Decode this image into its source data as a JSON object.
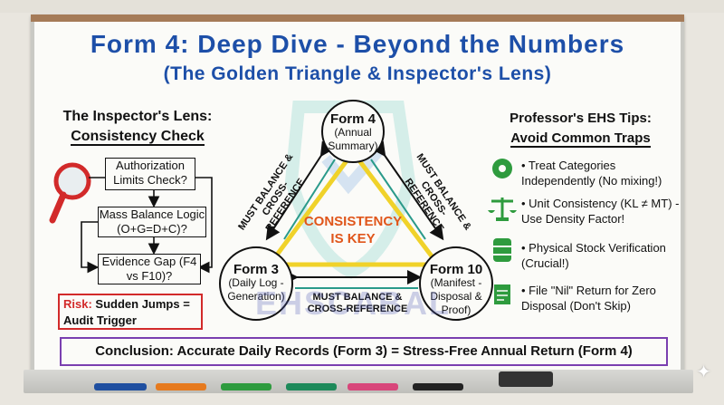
{
  "title": "Form 4: Deep Dive - Beyond the Numbers",
  "subtitle": "(The Golden Triangle & Inspector's Lens)",
  "inspector": {
    "heading_line1": "The Inspector's Lens:",
    "heading_line2": "Consistency Check",
    "steps": [
      "Authorization Limits Check?",
      "Mass Balance Logic (O+G=D+C)?",
      "Evidence Gap (F4 vs F10)?"
    ],
    "risk_label": "Risk:",
    "risk_text": "Sudden Jumps = Audit Trigger"
  },
  "triangle": {
    "form4_title": "Form 4",
    "form4_sub": "(Annual Summary)",
    "form3_title": "Form 3",
    "form3_sub": "(Daily Log - Generation)",
    "form10_title": "Form 10",
    "form10_sub": "(Manifest - Disposal & Proof)",
    "edge_left": "MUST BALANCE & CROSS-REFERENCE",
    "edge_right": "MUST BALANCE & CROSS-REFERENCE",
    "edge_bottom": "MUST BALANCE & CROSS-REFERENCE",
    "center": "CONSISTENCY IS KEY"
  },
  "tips": {
    "heading_line1": "Professor's EHS Tips:",
    "heading_line2": "Avoid Common Traps",
    "items": [
      {
        "icon": "gear-icon",
        "text": "• Treat Categories Independently (No mixing!)"
      },
      {
        "icon": "scale-icon",
        "text": "• Unit Consistency (KL ≠ MT) - Use Density Factor!"
      },
      {
        "icon": "barrel-icon",
        "text": "• Physical Stock Verification (Crucial!)"
      },
      {
        "icon": "document-icon",
        "text": "• File \"Nil\" Return for Zero Disposal (Don't Skip)"
      }
    ]
  },
  "conclusion": "Conclusion: Accurate Daily Records (Form 3) = Stress-Free Annual Return (Form 4)",
  "watermark": "EHSCABAL",
  "colors": {
    "title": "#1d4fa8",
    "risk": "#d22a2a",
    "center": "#e0561b",
    "conclusion_border": "#7a3fb0",
    "triangle_gold": "#f0d22a",
    "icon_green": "#2e9b3e"
  },
  "markers": [
    "#1f4fa0",
    "#e67a1e",
    "#2e9b3e",
    "#1d8a5a",
    "#d8467a",
    "#222222"
  ]
}
